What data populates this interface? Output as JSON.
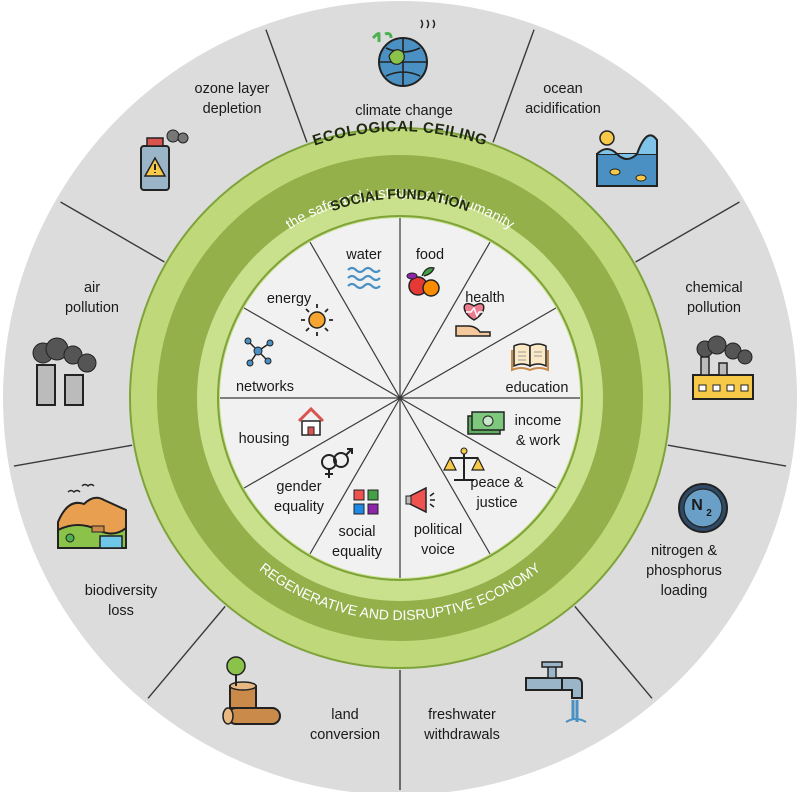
{
  "ecological_ceiling_label": "ECOLOGICAL CEILING",
  "safe_space_label": "the safe and just space for humanity",
  "social_foundation_label": "SOCIAL FUNDATION",
  "economy_label": "REGENERATIVE AND DISRUPTIVE ECONOMY",
  "outer_items": [
    {
      "id": "climate-change",
      "lines": [
        "climate change"
      ],
      "icon": "globe-plant-icon"
    },
    {
      "id": "ocean-acidification",
      "lines": [
        "ocean",
        "acidification"
      ],
      "icon": "ocean-wave-icon"
    },
    {
      "id": "chemical-pollution",
      "lines": [
        "chemical",
        "pollution"
      ],
      "icon": "factory-icon"
    },
    {
      "id": "nitrogen-phosphorus-loading",
      "lines": [
        "nitrogen &",
        "phosphorus",
        "loading"
      ],
      "icon": "nitrogen-molecule-icon",
      "icon_text": [
        "N",
        "2"
      ]
    },
    {
      "id": "freshwater-withdrawals",
      "lines": [
        "freshwater",
        "withdrawals"
      ],
      "icon": "water-tap-icon"
    },
    {
      "id": "land-conversion",
      "lines": [
        "land",
        "conversion"
      ],
      "icon": "tree-stump-icon"
    },
    {
      "id": "biodiversity-loss",
      "lines": [
        "biodiversity",
        "loss"
      ],
      "icon": "landscape-icon"
    },
    {
      "id": "air-pollution",
      "lines": [
        "air",
        "pollution"
      ],
      "icon": "smokestack-icon"
    },
    {
      "id": "ozone-layer-depletion",
      "lines": [
        "ozone layer",
        "depletion"
      ],
      "icon": "spray-can-icon"
    }
  ],
  "inner_items": [
    {
      "id": "food",
      "lines": [
        "food"
      ],
      "icon": "fruits-icon"
    },
    {
      "id": "health",
      "lines": [
        "health"
      ],
      "icon": "heart-hand-icon"
    },
    {
      "id": "education",
      "lines": [
        "education"
      ],
      "icon": "book-icon"
    },
    {
      "id": "income-work",
      "lines": [
        "income",
        "& work"
      ],
      "icon": "money-icon"
    },
    {
      "id": "peace-justice",
      "lines": [
        "peace &",
        "justice"
      ],
      "icon": "scales-icon"
    },
    {
      "id": "political-voice",
      "lines": [
        "political",
        "voice"
      ],
      "icon": "megaphone-icon"
    },
    {
      "id": "social-equality",
      "lines": [
        "social",
        "equality"
      ],
      "icon": "hands-icon"
    },
    {
      "id": "gender-equality",
      "lines": [
        "gender",
        "equality"
      ],
      "icon": "gender-icon"
    },
    {
      "id": "housing",
      "lines": [
        "housing"
      ],
      "icon": "house-icon"
    },
    {
      "id": "networks",
      "lines": [
        "networks"
      ],
      "icon": "network-icon"
    },
    {
      "id": "energy",
      "lines": [
        "energy"
      ],
      "icon": "sun-icon"
    },
    {
      "id": "water",
      "lines": [
        "water"
      ],
      "icon": "water-waves-icon"
    }
  ],
  "colors": {
    "outer_ring": "#dcdcdc",
    "ecological_band": "#bfd97a",
    "ecological_outline": "#7ea33a",
    "safe_space_band": "#93b04a",
    "inner_band": "#c9e08c",
    "inner_disc": "#f1f1f1",
    "divider": "#3a3a3a"
  }
}
